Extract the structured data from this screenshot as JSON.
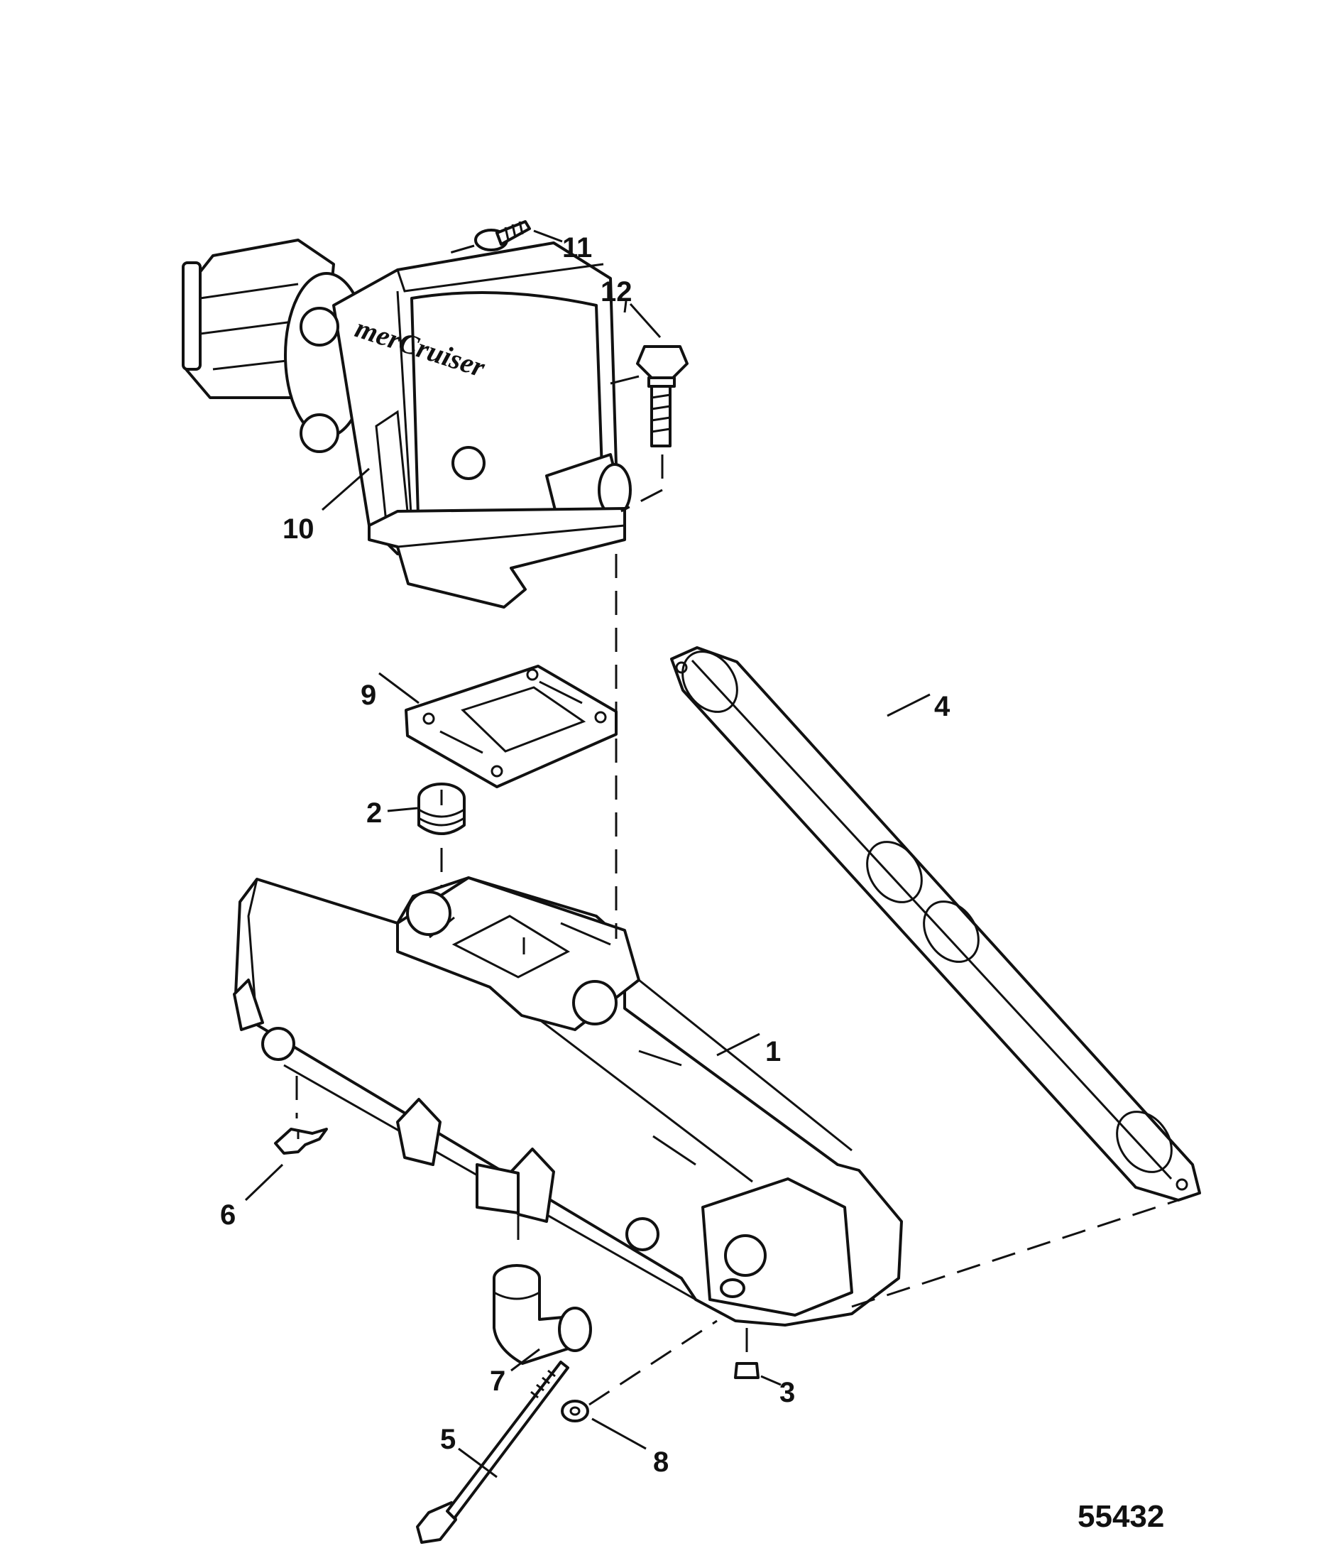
{
  "figure_number": "55432",
  "brand_logo": "merCruiser",
  "parts": [
    {
      "key": "manifold",
      "callout": "1"
    },
    {
      "key": "plug",
      "callout": "2"
    },
    {
      "key": "drain-plug",
      "callout": "3"
    },
    {
      "key": "manifold-gasket",
      "callout": "4"
    },
    {
      "key": "long-bolt",
      "callout": "5"
    },
    {
      "key": "clip",
      "callout": "6"
    },
    {
      "key": "elbow-fitting",
      "callout": "7"
    },
    {
      "key": "washer",
      "callout": "8"
    },
    {
      "key": "elbow-gasket",
      "callout": "9"
    },
    {
      "key": "exhaust-elbow",
      "callout": "10"
    },
    {
      "key": "screw",
      "callout": "11"
    },
    {
      "key": "bolt",
      "callout": "12"
    }
  ]
}
